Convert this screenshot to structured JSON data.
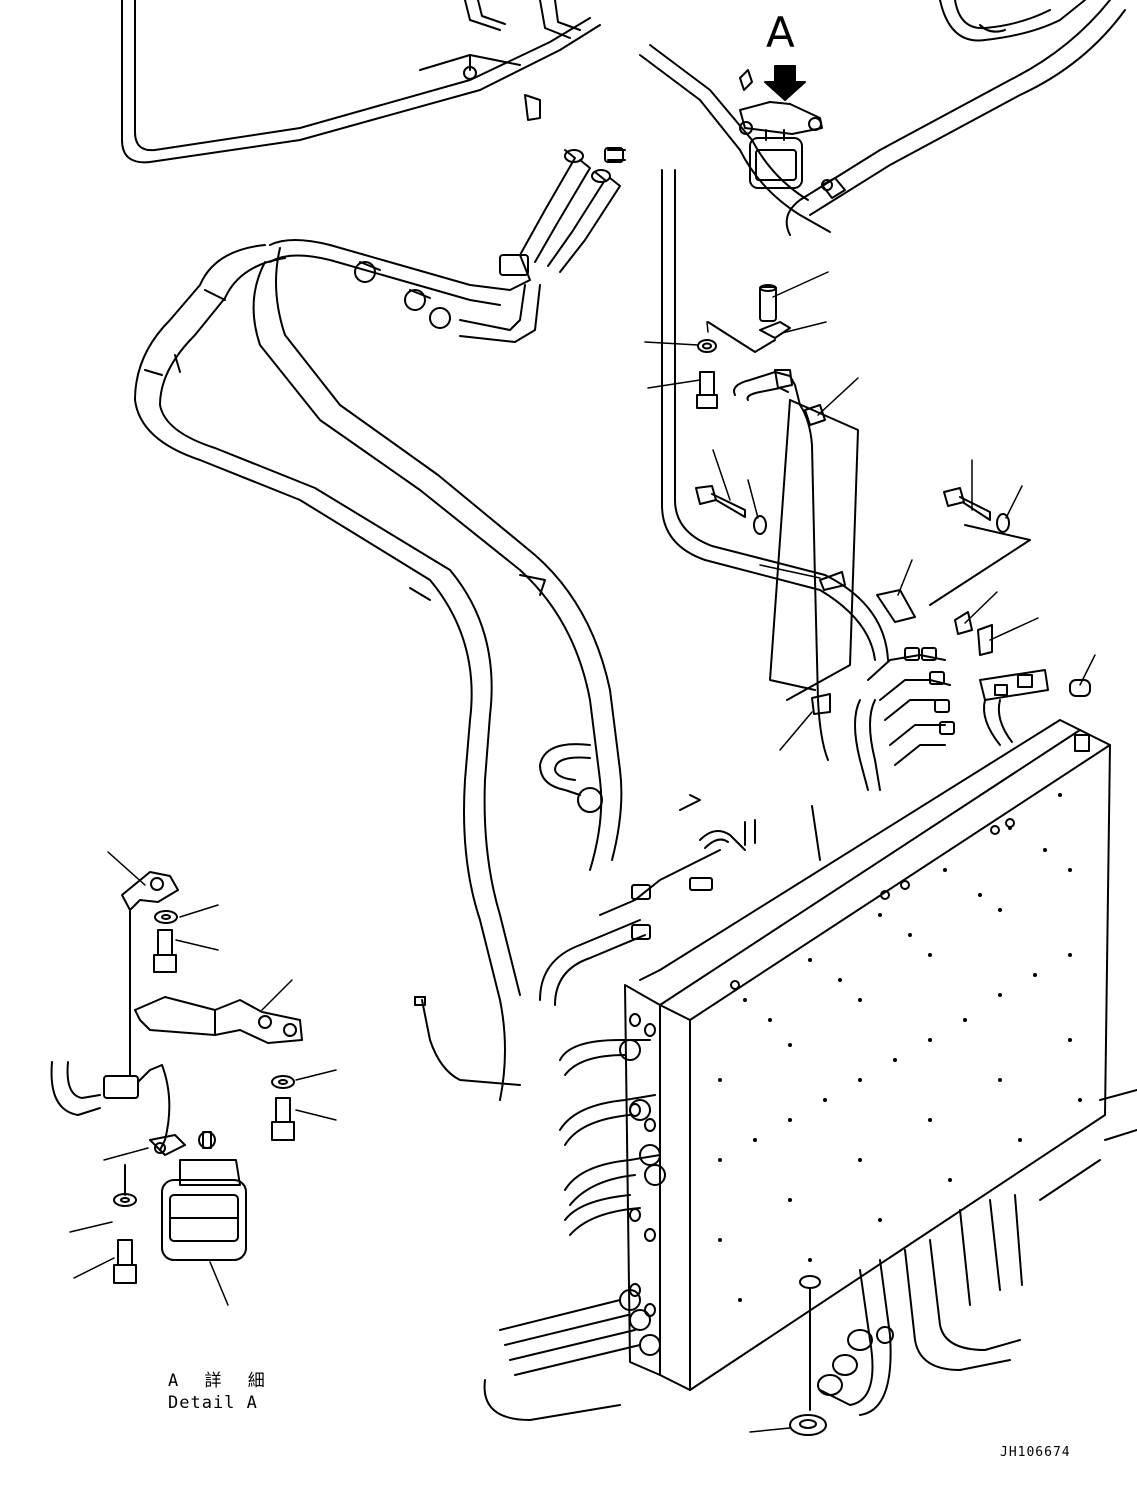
{
  "view_marker": {
    "letter": "A"
  },
  "detail_caption": {
    "japanese": "A 詳 細",
    "english": "Detail A"
  },
  "drawing_number": "JH106674",
  "colors": {
    "line": "#000000",
    "background": "#ffffff"
  }
}
